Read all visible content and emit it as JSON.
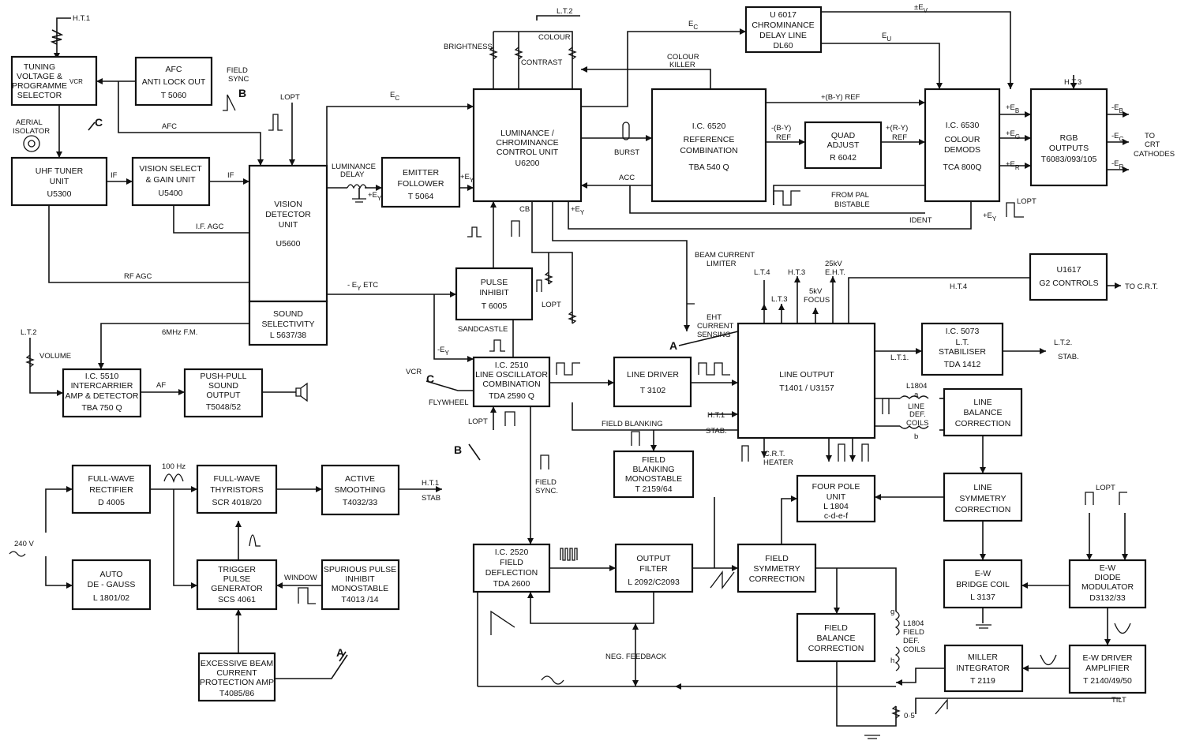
{
  "blocks": {
    "tuning": [
      "TUNING",
      "VOLTAGE &",
      "PROGRAMME",
      "SELECTOR"
    ],
    "afc": [
      "AFC",
      "ANTI LOCK OUT",
      "T 5060"
    ],
    "uhf": [
      "UHF TUNER",
      "UNIT",
      "U5300"
    ],
    "vision_select": [
      "VISION SELECT",
      "& GAIN UNIT",
      "U5400"
    ],
    "vision_det": [
      "VISION",
      "DETECTOR",
      "UNIT",
      "U5600"
    ],
    "sound_sel": [
      "SOUND",
      "SELECTIVITY",
      "L 5637/38"
    ],
    "emitter": [
      "EMITTER",
      "FOLLOWER",
      "T 5064"
    ],
    "lum_chrom": [
      "LUMINANCE /",
      "CHROMINANCE",
      "CONTROL UNIT",
      "U6200"
    ],
    "chrom_delay": [
      "U 6017",
      "CHROMINANCE",
      "DELAY LINE",
      "DL60"
    ],
    "ref_comb": [
      "I.C. 6520",
      "REFERENCE",
      "COMBINATION",
      "TBA 540 Q"
    ],
    "quad": [
      "QUAD",
      "ADJUST",
      "R 6042"
    ],
    "colour_demods": [
      "I.C. 6530",
      "COLOUR",
      "DEMODS",
      "TCA 800Q"
    ],
    "rgb": [
      "RGB",
      "OUTPUTS",
      "T6083/093/105"
    ],
    "pulse_inhibit": [
      "PULSE",
      "INHIBIT",
      "T 6005"
    ],
    "intercarrier": [
      "I.C. 5510",
      "INTERCARRIER",
      "AMP & DETECTOR",
      "TBA 750 Q"
    ],
    "pushpull": [
      "PUSH-PULL",
      "SOUND",
      "OUTPUT",
      "T5048/52"
    ],
    "line_osc": [
      "I.C. 2510",
      "LINE OSCILLATOR",
      "COMBINATION",
      "TDA 2590 Q"
    ],
    "line_driver": [
      "LINE DRIVER",
      "T 3102"
    ],
    "line_output": [
      "LINE OUTPUT",
      "T1401 / U3157"
    ],
    "g2": [
      "U1617",
      "G2 CONTROLS"
    ],
    "lt_stab": [
      "I.C. 5073",
      "L.T.",
      "STABILISER",
      "TDA 1412"
    ],
    "line_balance": [
      "LINE",
      "BALANCE",
      "CORRECTION"
    ],
    "field_blank": [
      "FIELD",
      "BLANKING",
      "MONOSTABLE",
      "T 2159/64"
    ],
    "four_pole": [
      "FOUR POLE",
      "UNIT",
      "L 1804",
      "c-d-e-f"
    ],
    "line_sym": [
      "LINE",
      "SYMMETRY",
      "CORRECTION"
    ],
    "fw_rect": [
      "FULL-WAVE",
      "RECTIFIER",
      "D 4005"
    ],
    "fw_thyr": [
      "FULL-WAVE",
      "THYRISTORS",
      "SCR 4018/20"
    ],
    "active_smooth": [
      "ACTIVE",
      "SMOOTHING",
      "T4032/33"
    ],
    "auto_degauss": [
      "AUTO",
      "DE - GAUSS",
      "L 1801/02"
    ],
    "trigger": [
      "TRIGGER",
      "PULSE",
      "GENERATOR",
      "SCS 4061"
    ],
    "spurious": [
      "SPURIOUS PULSE",
      "INHIBIT",
      "MONOSTABLE",
      "T4013 /14"
    ],
    "excess_beam": [
      "EXCESSIVE BEAM",
      "CURRENT",
      "PROTECTION AMP",
      "T4085/86"
    ],
    "field_defl": [
      "I.C. 2520",
      "FIELD",
      "DEFLECTION",
      "TDA 2600"
    ],
    "output_filter": [
      "OUTPUT",
      "FILTER",
      "L 2092/C2093"
    ],
    "field_sym": [
      "FIELD",
      "SYMMETRY",
      "CORRECTION"
    ],
    "field_balance": [
      "FIELD",
      "BALANCE",
      "CORRECTION"
    ],
    "ew_bridge": [
      "E-W",
      "BRIDGE COIL",
      "L 3137"
    ],
    "ew_diode": [
      "E-W",
      "DIODE",
      "MODULATOR",
      "D3132/33"
    ],
    "miller": [
      "MILLER",
      "INTEGRATOR",
      "T 2119"
    ],
    "ew_driver": [
      "E-W DRIVER",
      "AMPLIFIER",
      "T 2140/49/50"
    ]
  },
  "labels": {
    "ht1_top": "H.T.1",
    "field_sync_top": [
      "FIELD",
      "SYNC"
    ],
    "b1": "B",
    "c1": "C",
    "vcr": "VCR",
    "aerial": [
      "AERIAL",
      "ISOLATOR"
    ],
    "afc": "AFC",
    "if1": "IF",
    "if2": "IF",
    "if_agc": "I.F. AGC",
    "rf_agc": "RF AGC",
    "lopt1": "LOPT",
    "ec1": "E",
    "ec1_sub": "C",
    "lum_delay": [
      "LUMINANCE",
      "DELAY"
    ],
    "plus_ey": "+E",
    "ey_sub": "Y",
    "lt2_top": "L.T.2",
    "brightness": "BRIGHTNESS",
    "colour": "COLOUR",
    "contrast": "CONTRAST",
    "ec2": "E",
    "ec2_sub": "C",
    "colour_killer": [
      "COLOUR",
      "KILLER"
    ],
    "pm_ev": "±E",
    "ev_sub": "V",
    "eu": "E",
    "eu_sub": "U",
    "by_ref": "+(B-Y) REF",
    "by_neg": [
      "-(B-Y)",
      "REF"
    ],
    "ry_ref": [
      "+(R-Y)",
      "REF"
    ],
    "burst": "BURST",
    "acc": "ACC",
    "from_pal": [
      "FROM PAL",
      "BISTABLE"
    ],
    "ident": "IDENT",
    "ht3_top": "H.T.3",
    "eb_in": "+E",
    "eb_sub": "B",
    "eg_in": "+E",
    "eg_sub": "G",
    "er_in": "+E",
    "er_sub": "R",
    "eb_out": "-E",
    "eg_out": "-E",
    "er_out": "-E",
    "to_crt": [
      "TO",
      "CRT",
      "CATHODES"
    ],
    "lopt_rgb": "LOPT",
    "cb": "CB",
    "ey_etc": "- E",
    "ey_etc_tail": " ETC",
    "gmhz": "6MHz F.M.",
    "lt2_vol": "L.T.2",
    "volume": "VOLUME",
    "af": "AF",
    "lopt2": "LOPT",
    "sandcastle": "SANDCASTLE",
    "ey_small": "-E",
    "vcr2": "VCR",
    "c2": "C",
    "flywheel": "FLYWHEEL",
    "lopt3": "LOPT",
    "beam_limiter": [
      "BEAM CURRENT",
      "LIMITER"
    ],
    "eht_sense": [
      "EHT",
      "CURRENT",
      "SENSING"
    ],
    "a1": "A",
    "lt4": "L.T.4",
    "lt3": "L.T.3",
    "ht3": "H.T.3",
    "eht25": [
      "25kV",
      "E.H.T."
    ],
    "focus": [
      "5kV",
      "FOCUS"
    ],
    "ht4": "H.T.4",
    "to_crt2": "TO C.R.T.",
    "lt1": "L.T.1.",
    "lt2_stab": [
      "L.T.2.",
      "STAB."
    ],
    "ht1_stab": [
      "H.T.1",
      "STAB."
    ],
    "crt_heater": [
      "C.R.T.",
      "HEATER"
    ],
    "l1804a": "L1804",
    "a_small": "a",
    "b_small": "b",
    "line_def": [
      "LINE",
      "DEF.",
      "COILS"
    ],
    "field_blanking": "FIELD BLANKING",
    "b2": "B",
    "field_sync2": [
      "FIELD",
      "SYNC."
    ],
    "hz100": "100 Hz",
    "ht1_stab2": [
      "H.T.1",
      "STAB"
    ],
    "v240": "240 V",
    "window": "WINDOW",
    "a2": "A",
    "neg_fb": "NEG. FEEDBACK",
    "lopt_ew": "LOPT",
    "l1804_field": [
      "L1804",
      "FIELD",
      "DEF.",
      "COILS"
    ],
    "g": "g",
    "h": "h",
    "r05": "0·5",
    "tilt": "TILT"
  }
}
